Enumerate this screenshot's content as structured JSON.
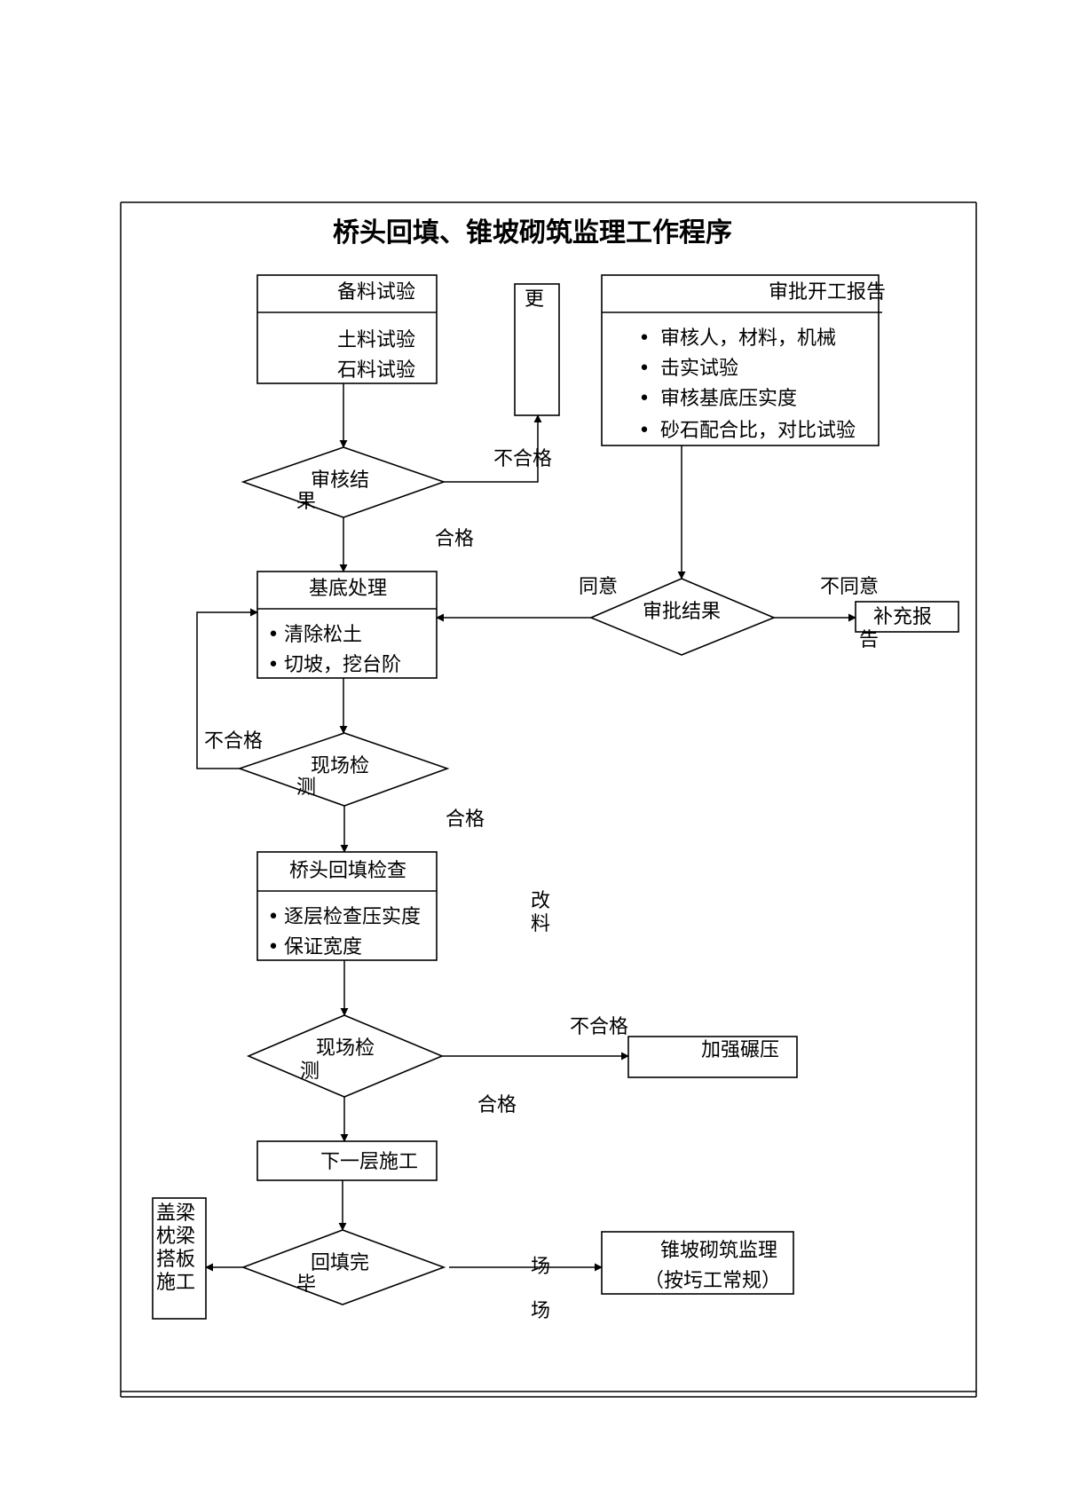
{
  "title": "桥头回填、锥坡砌筑监理工作程序",
  "nodes": {
    "material_test": {
      "header": "备料试验",
      "lines": [
        "土料试验",
        "石料试验"
      ]
    },
    "replace_material": {
      "label": "更"
    },
    "approve_report": {
      "header": "审批开工报告",
      "bullets": [
        "审核人，材料，机械",
        "击实试验",
        "审核基底压实度",
        "砂石配合比，对比试验"
      ]
    },
    "review_result": {
      "line1": "审核结",
      "line2": "果"
    },
    "approval_result": {
      "label": "审批结果"
    },
    "supplement_report": {
      "line1": "补充报",
      "line2": "告"
    },
    "base_treatment": {
      "header": "基底处理",
      "bullets": [
        "清除松土",
        "切坡，挖台阶"
      ]
    },
    "site_test_1": {
      "line1": "现场检",
      "line2": "测"
    },
    "backfill_check": {
      "header": "桥头回填检查",
      "bullets": [
        "逐层检查压实度",
        "保证宽度"
      ]
    },
    "site_test_2": {
      "line1": "现场检",
      "line2": "测"
    },
    "strengthen_rolling": {
      "label": "加强碾压"
    },
    "next_layer": {
      "label": "下一层施工"
    },
    "backfill_done": {
      "line1": "回填完",
      "line2": "毕"
    },
    "cap_beam": {
      "lines": [
        "盖梁",
        "枕梁",
        "搭板",
        "施工"
      ]
    },
    "cone_slope": {
      "lines": [
        "锥坡砌筑监理",
        "（按圬工常规）"
      ]
    }
  },
  "edge_labels": {
    "fail_1": "不合格",
    "pass_1": "合格",
    "agree": "同意",
    "disagree": "不同意",
    "fail_2": "不合格",
    "pass_2": "合格",
    "change_material": [
      "改",
      "料"
    ],
    "fail_3": "不合格",
    "pass_3": "合格",
    "site_1": "场",
    "site_2": "场"
  }
}
